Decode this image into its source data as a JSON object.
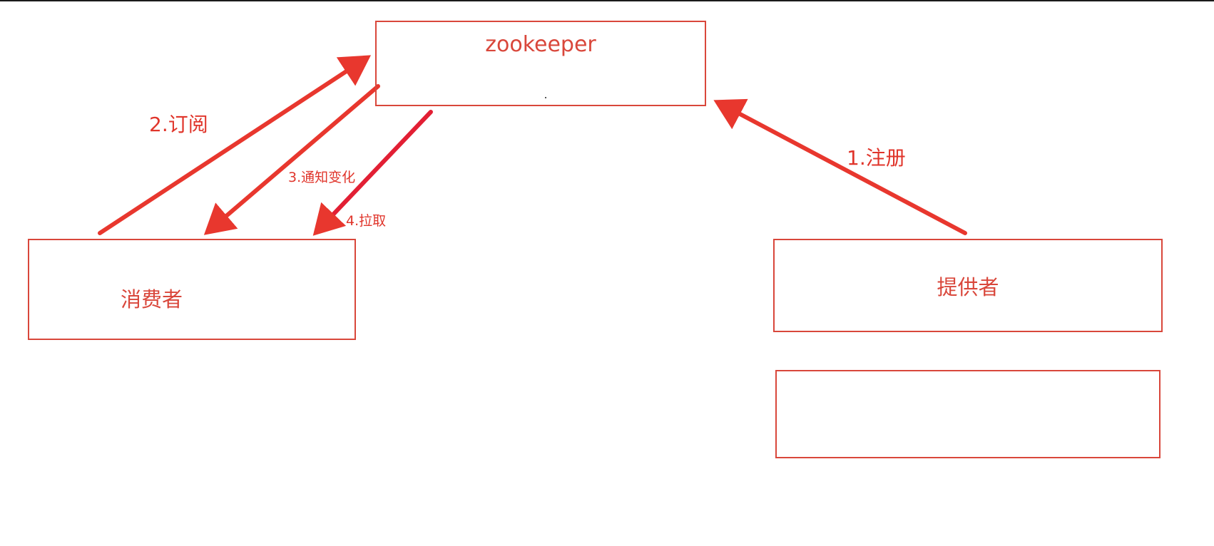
{
  "nodes": {
    "zookeeper": {
      "label": "zookeeper"
    },
    "consumer": {
      "label": "消费者"
    },
    "provider": {
      "label": "提供者"
    },
    "empty_box": {
      "label": ""
    }
  },
  "edges": {
    "register": {
      "label": "1.注册",
      "from": "provider",
      "to": "zookeeper"
    },
    "subscribe": {
      "label": "2.订阅",
      "from": "consumer",
      "to": "zookeeper"
    },
    "notify": {
      "label": "3.通知变化",
      "from": "zookeeper",
      "to": "consumer"
    },
    "pull": {
      "label": "4.拉取",
      "from": "zookeeper",
      "to": "consumer"
    }
  },
  "colors": {
    "box_border": "#d9473b",
    "arrow": "#e8372e",
    "text": "#d9473b"
  }
}
